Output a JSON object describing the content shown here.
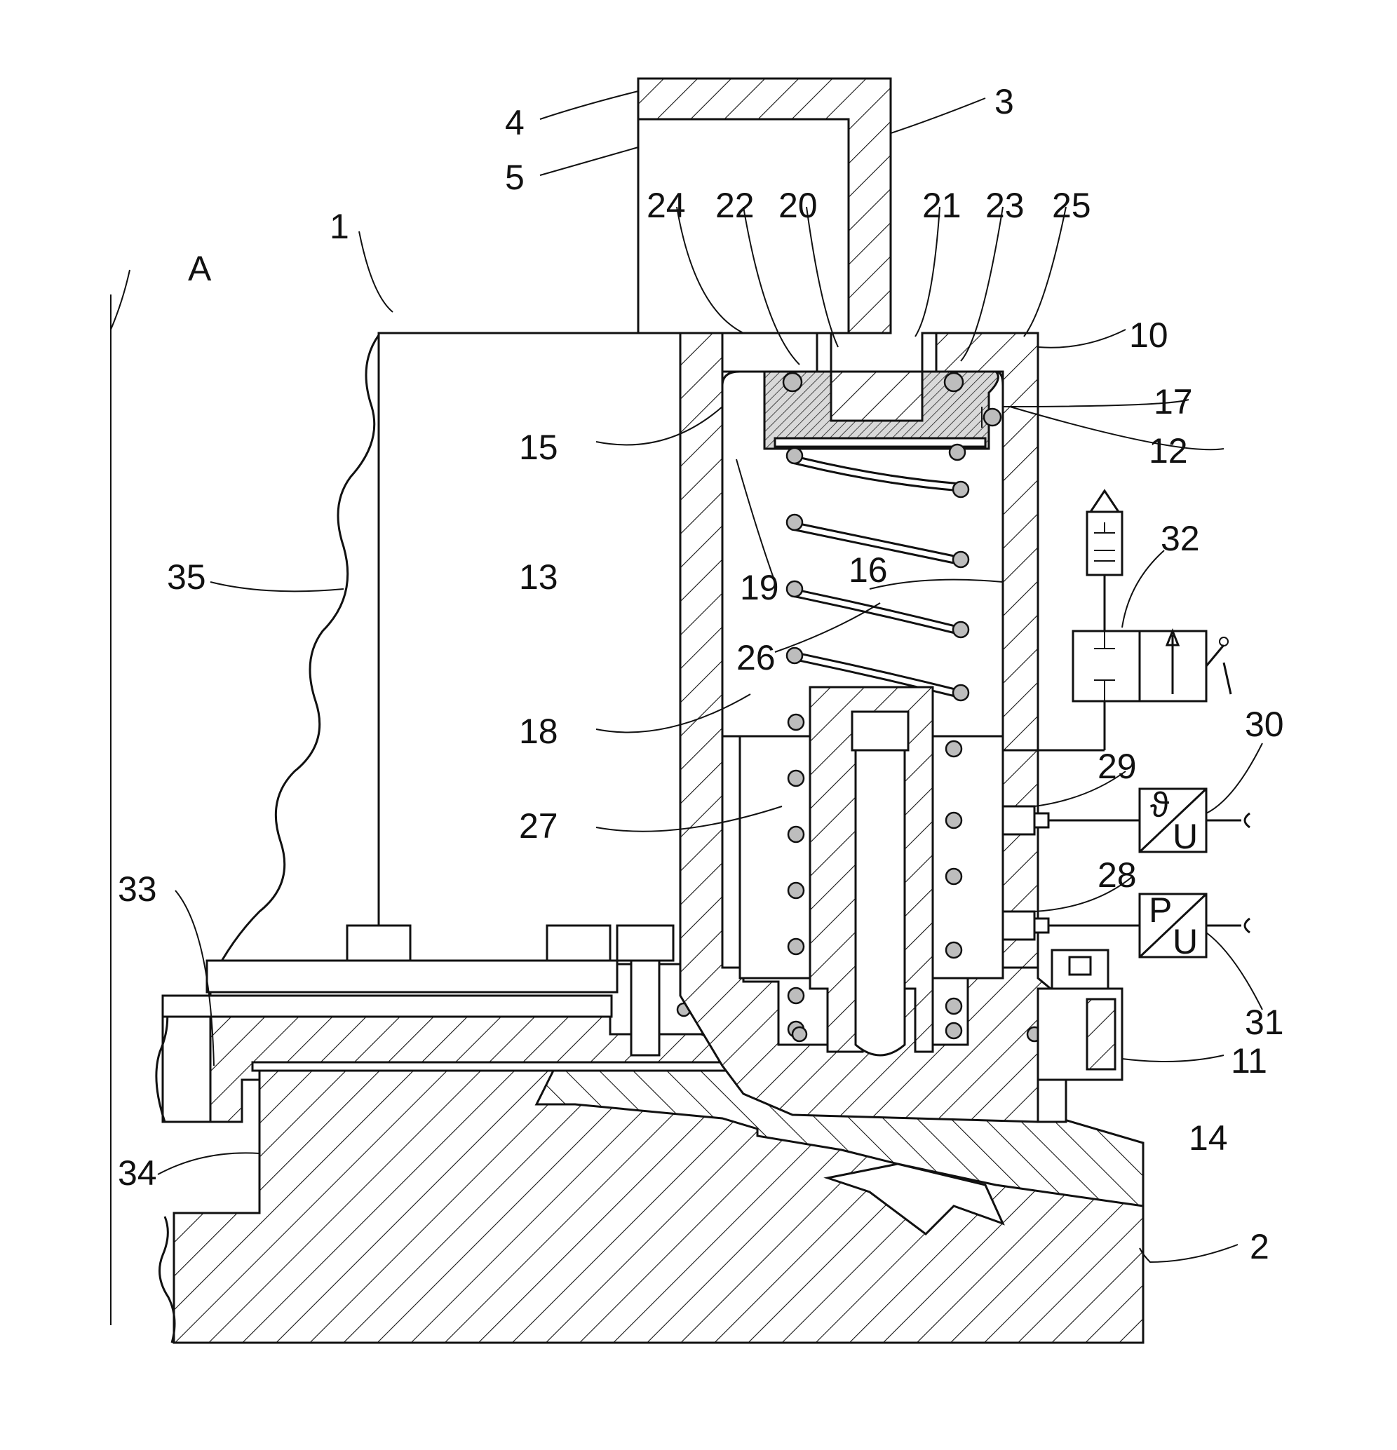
{
  "figure": {
    "labels": [
      {
        "id": "A",
        "text": "A"
      },
      {
        "id": "n1",
        "text": "1"
      },
      {
        "id": "n2",
        "text": "2"
      },
      {
        "id": "n3",
        "text": "3"
      },
      {
        "id": "n4",
        "text": "4"
      },
      {
        "id": "n5",
        "text": "5"
      },
      {
        "id": "n10",
        "text": "10"
      },
      {
        "id": "n11",
        "text": "11"
      },
      {
        "id": "n12",
        "text": "12"
      },
      {
        "id": "n13",
        "text": "13"
      },
      {
        "id": "n14",
        "text": "14"
      },
      {
        "id": "n15",
        "text": "15"
      },
      {
        "id": "n16",
        "text": "16"
      },
      {
        "id": "n17",
        "text": "17"
      },
      {
        "id": "n18",
        "text": "18"
      },
      {
        "id": "n19",
        "text": "19"
      },
      {
        "id": "n20",
        "text": "20"
      },
      {
        "id": "n21",
        "text": "21"
      },
      {
        "id": "n22",
        "text": "22"
      },
      {
        "id": "n23",
        "text": "23"
      },
      {
        "id": "n24",
        "text": "24"
      },
      {
        "id": "n25",
        "text": "25"
      },
      {
        "id": "n26",
        "text": "26"
      },
      {
        "id": "n27",
        "text": "27"
      },
      {
        "id": "n28",
        "text": "28"
      },
      {
        "id": "n29",
        "text": "29"
      },
      {
        "id": "n30",
        "text": "30"
      },
      {
        "id": "n31",
        "text": "31"
      },
      {
        "id": "n32",
        "text": "32"
      },
      {
        "id": "n33",
        "text": "33"
      },
      {
        "id": "n34",
        "text": "34"
      },
      {
        "id": "n35",
        "text": "35"
      }
    ],
    "transducer_temp": {
      "top": "ϑ",
      "bottom": "U"
    },
    "transducer_pressure": {
      "top": "P",
      "bottom": "U"
    },
    "line_color": "#111111",
    "background_color": "#ffffff"
  }
}
